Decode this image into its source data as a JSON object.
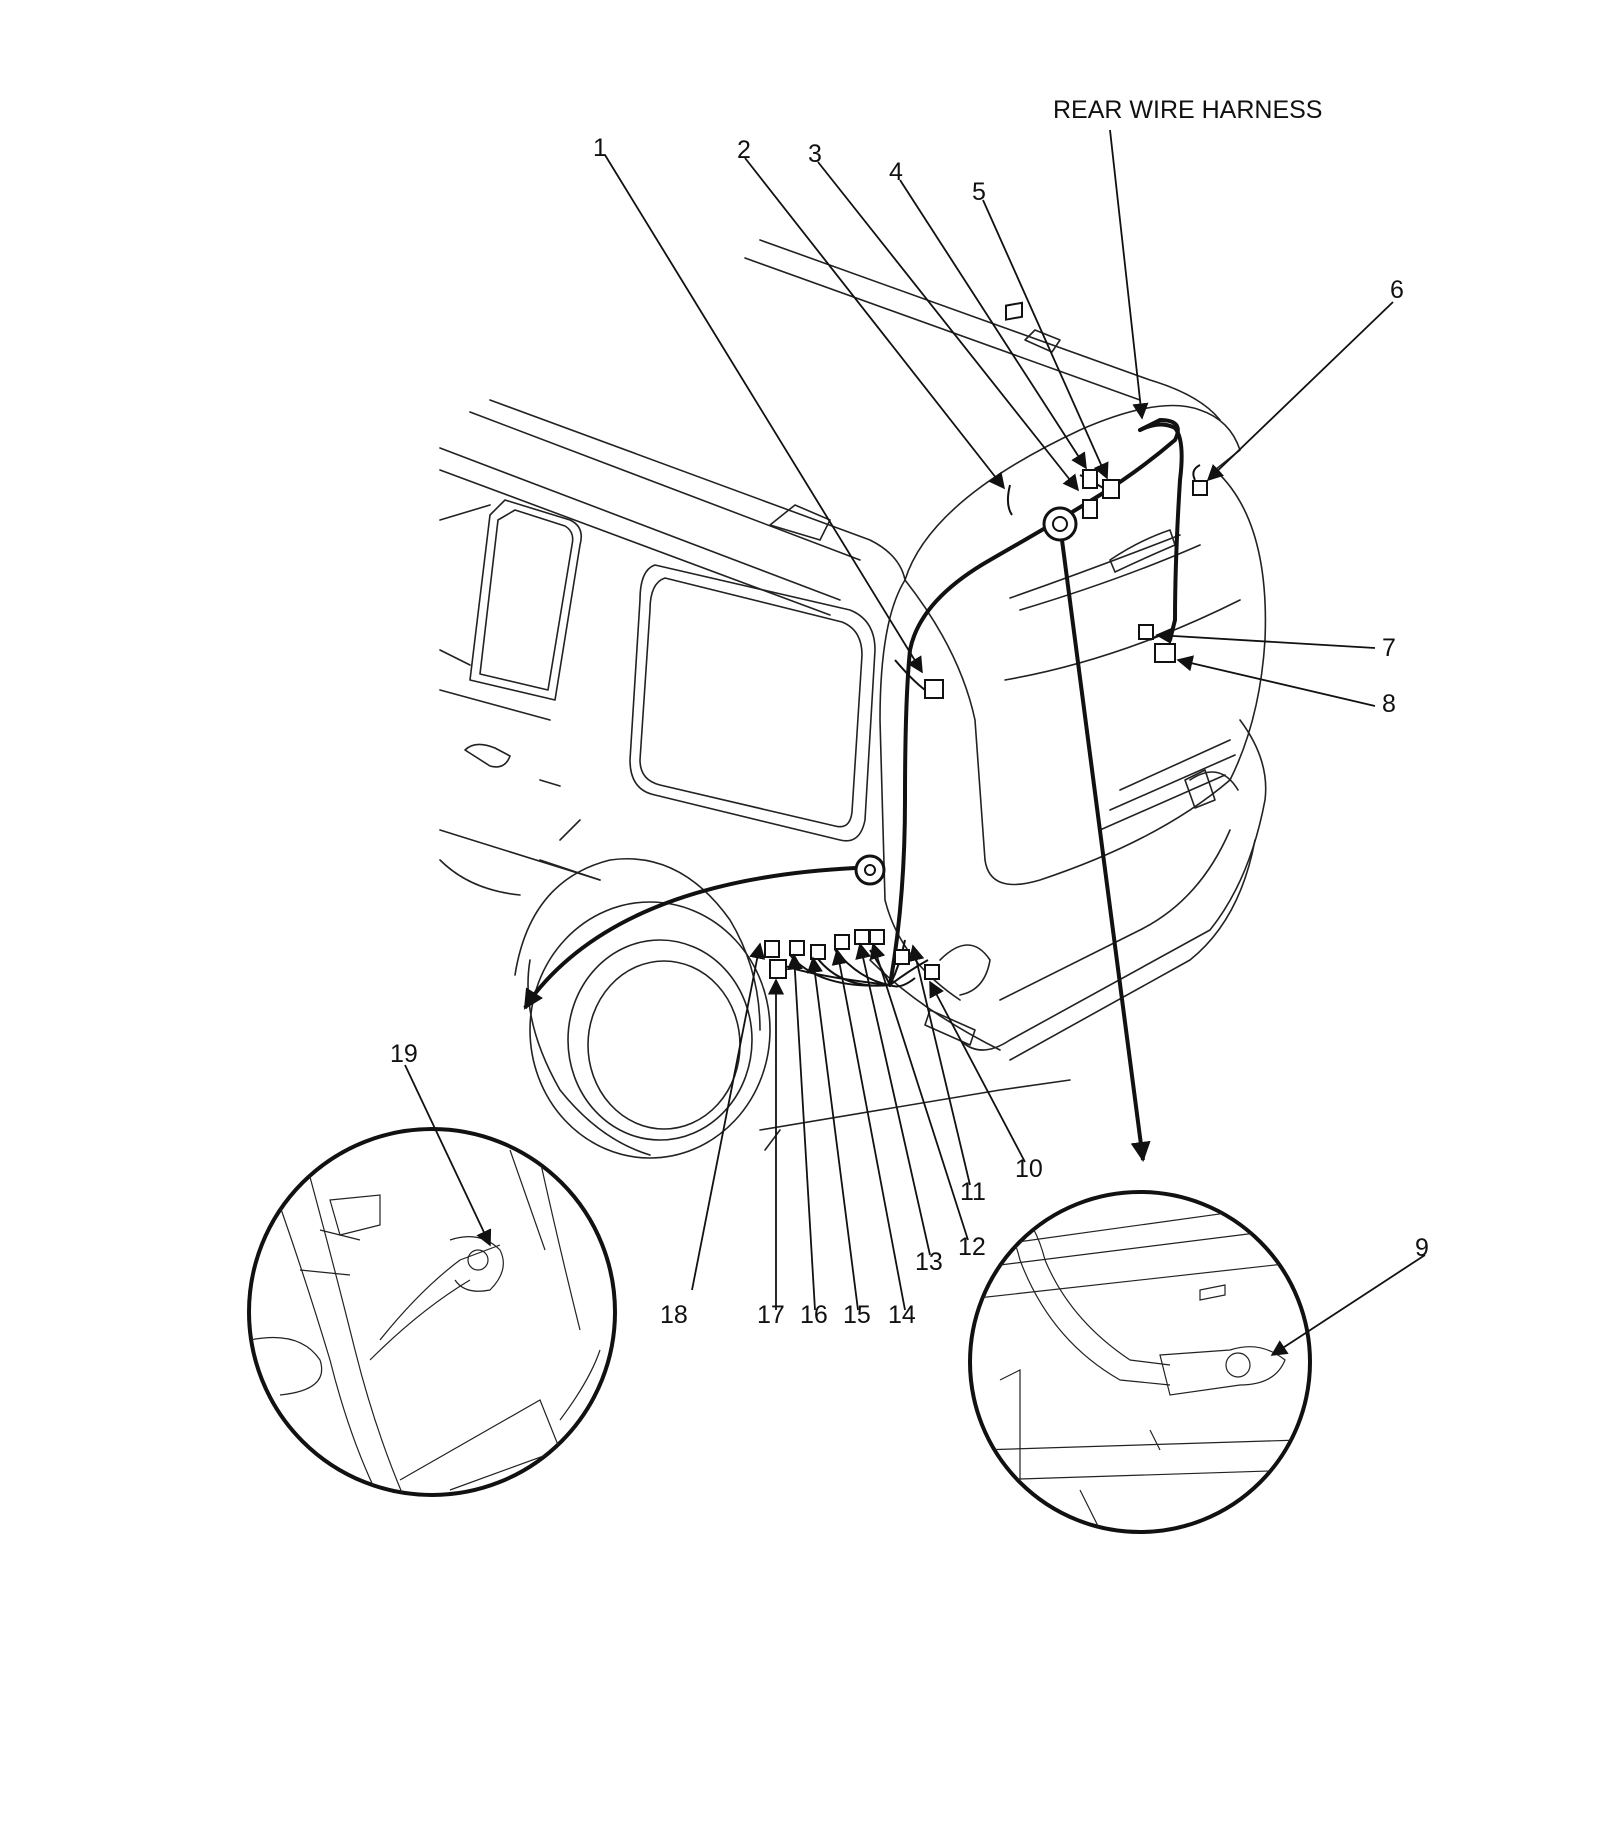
{
  "title": "REAR WIRE HARNESS",
  "callouts": [
    "1",
    "2",
    "3",
    "4",
    "5",
    "6",
    "7",
    "8",
    "9",
    "10",
    "11",
    "12",
    "13",
    "14",
    "15",
    "16",
    "17",
    "18",
    "19"
  ]
}
